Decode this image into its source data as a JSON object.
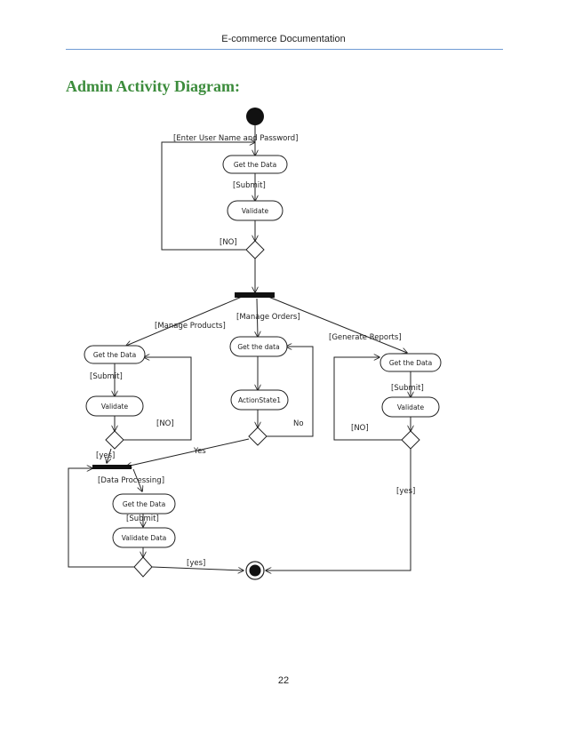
{
  "header": {
    "text": "E-commerce Documentation"
  },
  "title": "Admin Activity Diagram:",
  "footer": {
    "page_number": "22"
  },
  "diagram": {
    "nodes": {
      "get_data_1": "Get the Data",
      "validate_1": "Validate",
      "get_data_products": "Get the Data",
      "validate_products": "Validate",
      "get_data_orders": "Get the data",
      "action_state_1": "ActionState1",
      "get_data_reports": "Get the Data",
      "validate_reports": "Validate",
      "get_data_processing": "Get the Data",
      "validate_data": "Validate Data"
    },
    "guards": {
      "enter_credentials": "[Enter User Name and Password]",
      "submit_1": "[Submit]",
      "no_1": "[NO]",
      "manage_products": "[Manage Products]",
      "manage_orders": "[Manage Orders]",
      "generate_reports": "[Generate Reports]",
      "submit_products": "[Submit]",
      "no_products": "[NO]",
      "yes_products": "[yes]",
      "no_orders": "No",
      "yes_orders": "Yes",
      "submit_reports": "[Submit]",
      "no_reports": "[NO]",
      "yes_reports": "[yes]",
      "data_processing": "[Data Processing]",
      "submit_processing": "[Submit]",
      "yes_final": "[yes]"
    }
  }
}
